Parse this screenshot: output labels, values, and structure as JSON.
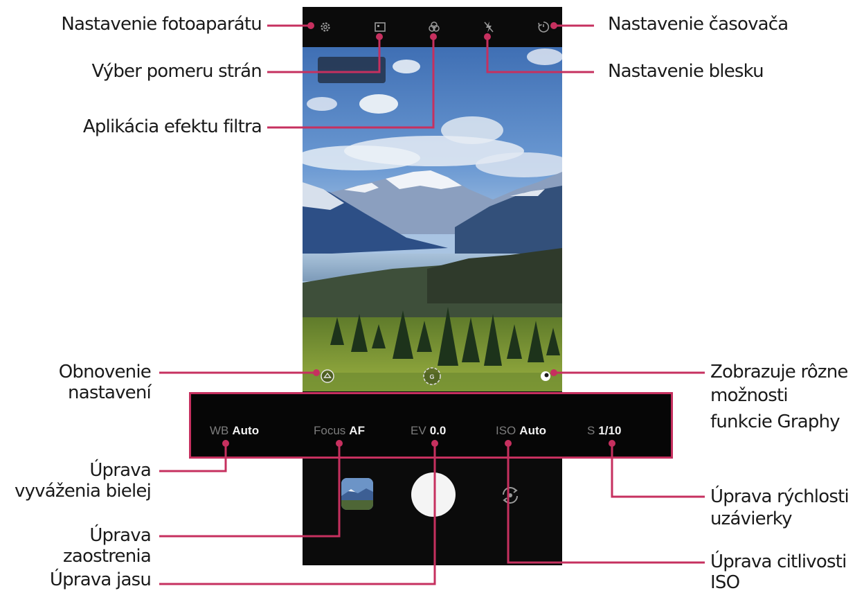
{
  "annotations": {
    "camera_settings": "Nastavenie fotoaparátu",
    "aspect_ratio": "Výber pomeru strán",
    "filter_effect": "Aplikácia efektu filtra",
    "timer_settings": "Nastavenie časovača",
    "flash_settings": "Nastavenie blesku",
    "reset_settings": [
      "Obnovenie",
      "nastavení"
    ],
    "graphy_options": [
      "Zobrazuje rôzne",
      "možnosti",
      "funkcie Graphy"
    ],
    "white_balance": [
      "Úprava",
      "vyváženia bielej"
    ],
    "focus": [
      "Úprava",
      "zaostrenia"
    ],
    "brightness": "Úprava jasu",
    "shutter_speed": [
      "Úprava rýchlosti",
      "uzávierky"
    ],
    "iso": [
      "Úprava citlivosti",
      "ISO"
    ]
  },
  "manual_settings": {
    "wb": {
      "label": "WB",
      "value": "Auto"
    },
    "focus": {
      "label": "Focus",
      "value": "AF"
    },
    "ev": {
      "label": "EV",
      "value": "0.0"
    },
    "iso": {
      "label": "ISO",
      "value": "Auto"
    },
    "shutter": {
      "label": "S",
      "value": "1/10"
    }
  },
  "icons": {
    "top_bar": [
      "gear-icon",
      "aspect-ratio-icon",
      "filter-icon",
      "flash-off-icon",
      "timer-icon"
    ],
    "viewfinder": [
      "reset-icon",
      "graphy-icon",
      "graphy-options-icon"
    ],
    "bottom": [
      "gallery-thumbnail",
      "shutter-button",
      "switch-camera-icon"
    ]
  },
  "colors": {
    "leader_line": "#c6305f",
    "phone_body": "#0b0b0b"
  }
}
